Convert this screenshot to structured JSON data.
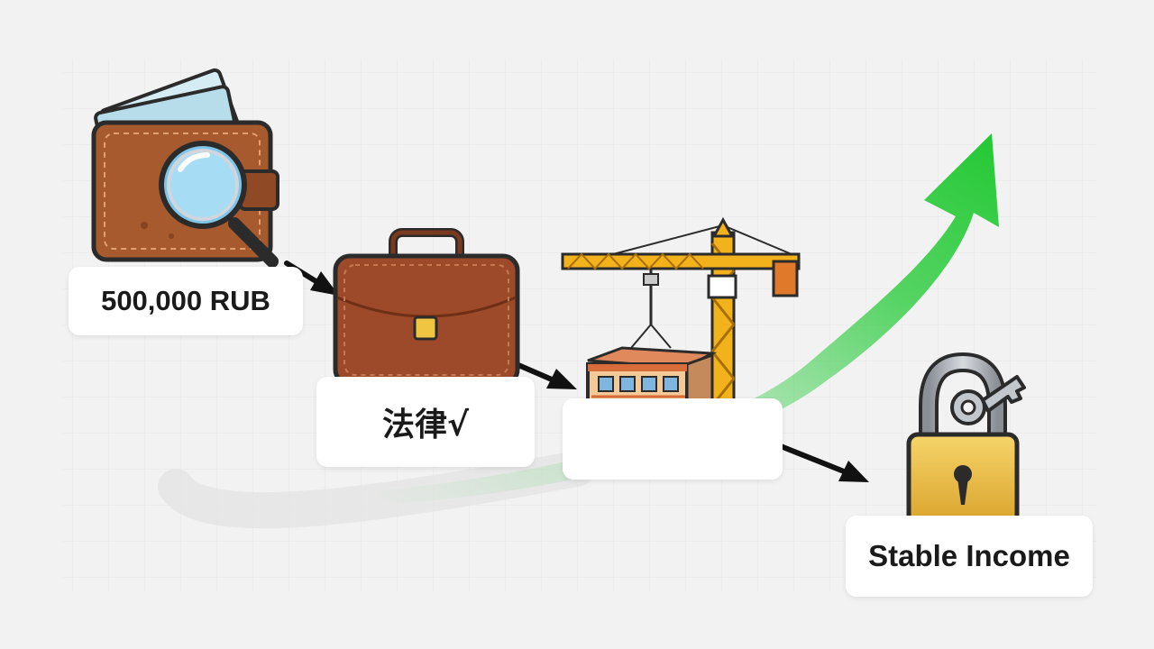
{
  "labels": {
    "amount": "500,000 RUB",
    "legal": "法律√",
    "income": "Stable Income"
  },
  "icons": {
    "step1": "wallet-with-magnifier-icon",
    "step2": "briefcase-icon",
    "step3": "construction-crane-building-icon",
    "step4": "padlock-with-key-icon",
    "trend": "upward-trend-arrow"
  },
  "colors": {
    "background": "#f2f2f2",
    "trend_arrow": "#2ecc40",
    "wallet": "#a65a2e",
    "briefcase": "#9c4a2a",
    "crane": "#f2b21b",
    "padlock": "#e9b93a"
  }
}
